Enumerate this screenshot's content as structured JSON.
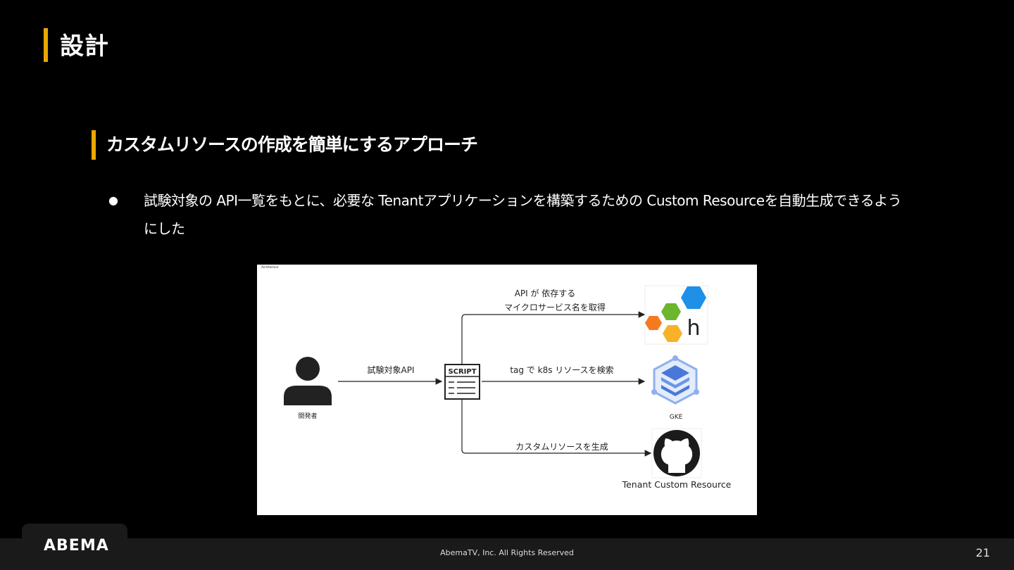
{
  "slide": {
    "title": "設計",
    "subtitle": "カスタムリソースの作成を簡単にするアプローチ",
    "bullet_symbol": "●",
    "bullet_text": "試験対象の API一覧をもとに、必要な Tenantアプリケーションを構築するための Custom Resourceを自動生成できるようにした",
    "accent_color": "#e8a800"
  },
  "diagram": {
    "corner_tag": "Architecture",
    "actor_label": "開発者",
    "edge_to_script": "試験対象API",
    "script_label": "SCRIPT",
    "edge_top_line1": "API が 依存する",
    "edge_top_line2": "マイクロサービス名を取得",
    "edge_mid": "tag で k8s リソースを検索",
    "edge_bottom": "カスタムリソースを生成",
    "gke_label": "GKE",
    "github_label": "Tenant Custom Resource",
    "helm_letter": "h",
    "icons": [
      "person-icon",
      "script-icon",
      "hexagon-h-icon",
      "gke-icon",
      "github-icon"
    ]
  },
  "footer": {
    "logo": "ABEMA",
    "copyright": "AbemaTV, Inc. All Rights Reserved",
    "page_number": "21"
  }
}
